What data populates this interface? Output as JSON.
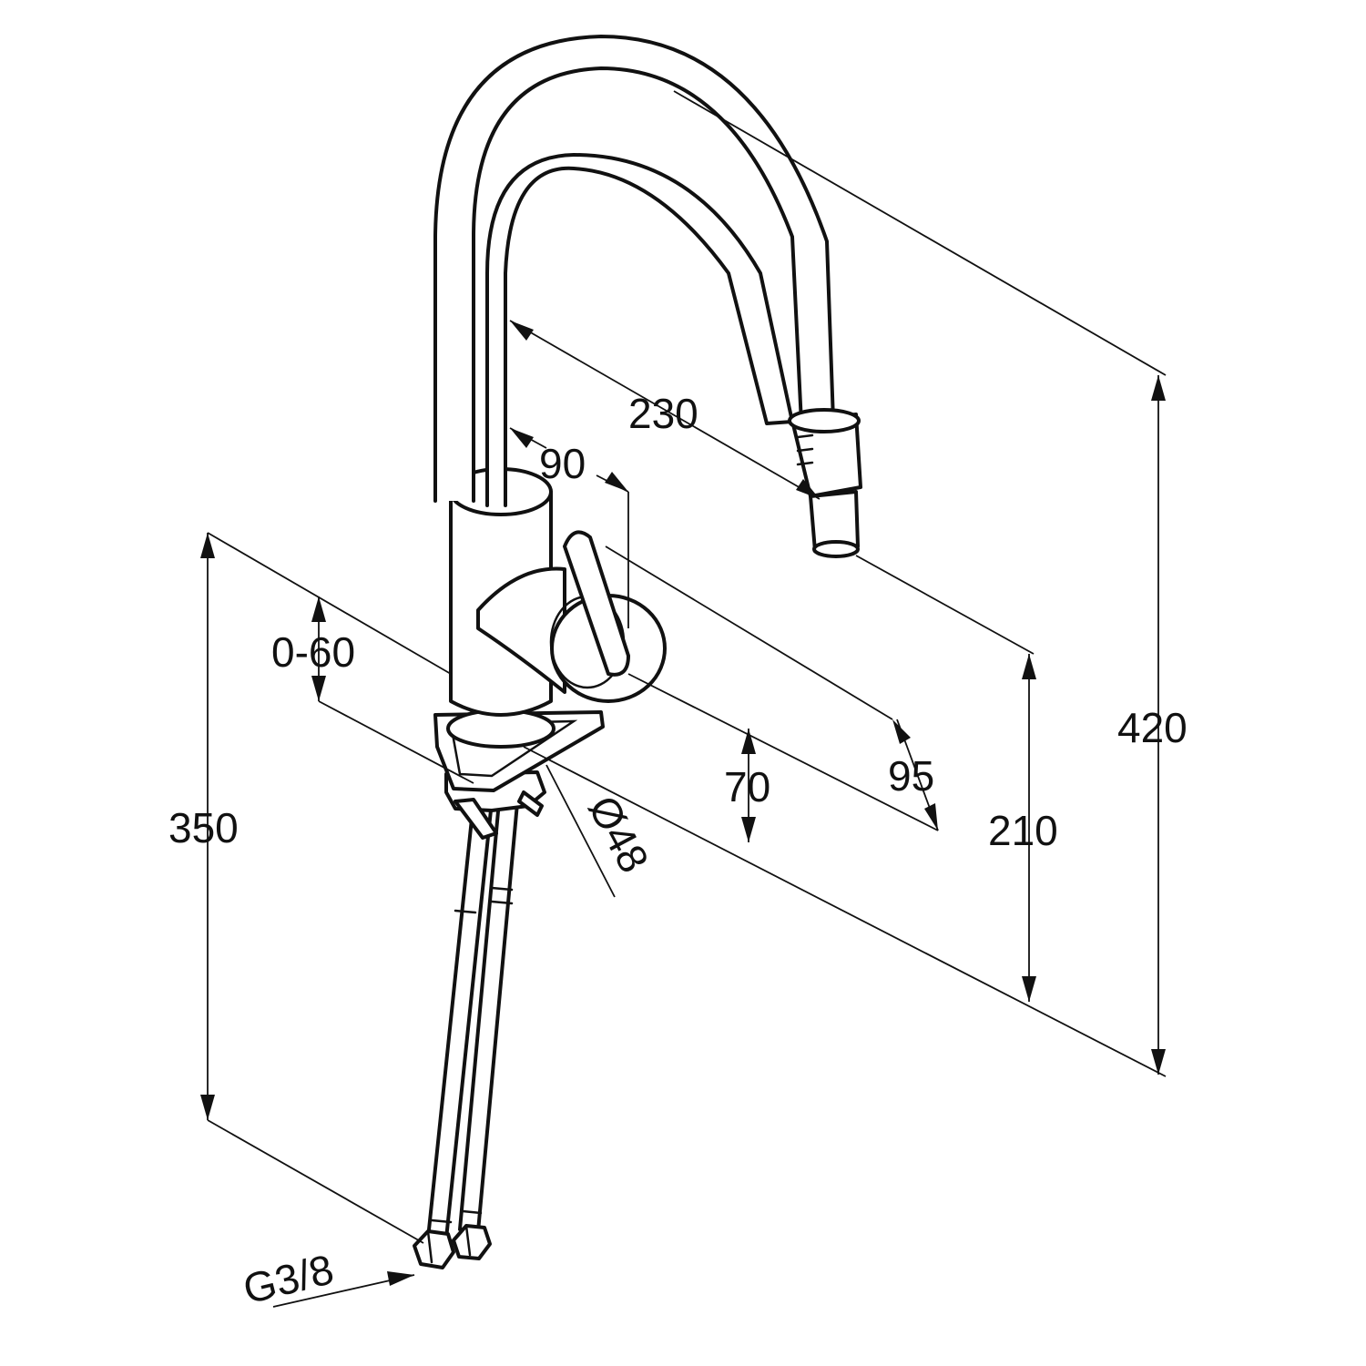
{
  "dimensions": {
    "spout_reach": "230",
    "lever_offset": "90",
    "adjust_range": "0-60",
    "overall_height_base": "350",
    "outlet_reach": "95",
    "lever_height": "70",
    "outlet_height": "210",
    "overall_height": "420",
    "hole_diameter": "Ø48",
    "connection_thread": "G3/8"
  },
  "colors": {
    "line": "#111111",
    "background": "#ffffff"
  }
}
